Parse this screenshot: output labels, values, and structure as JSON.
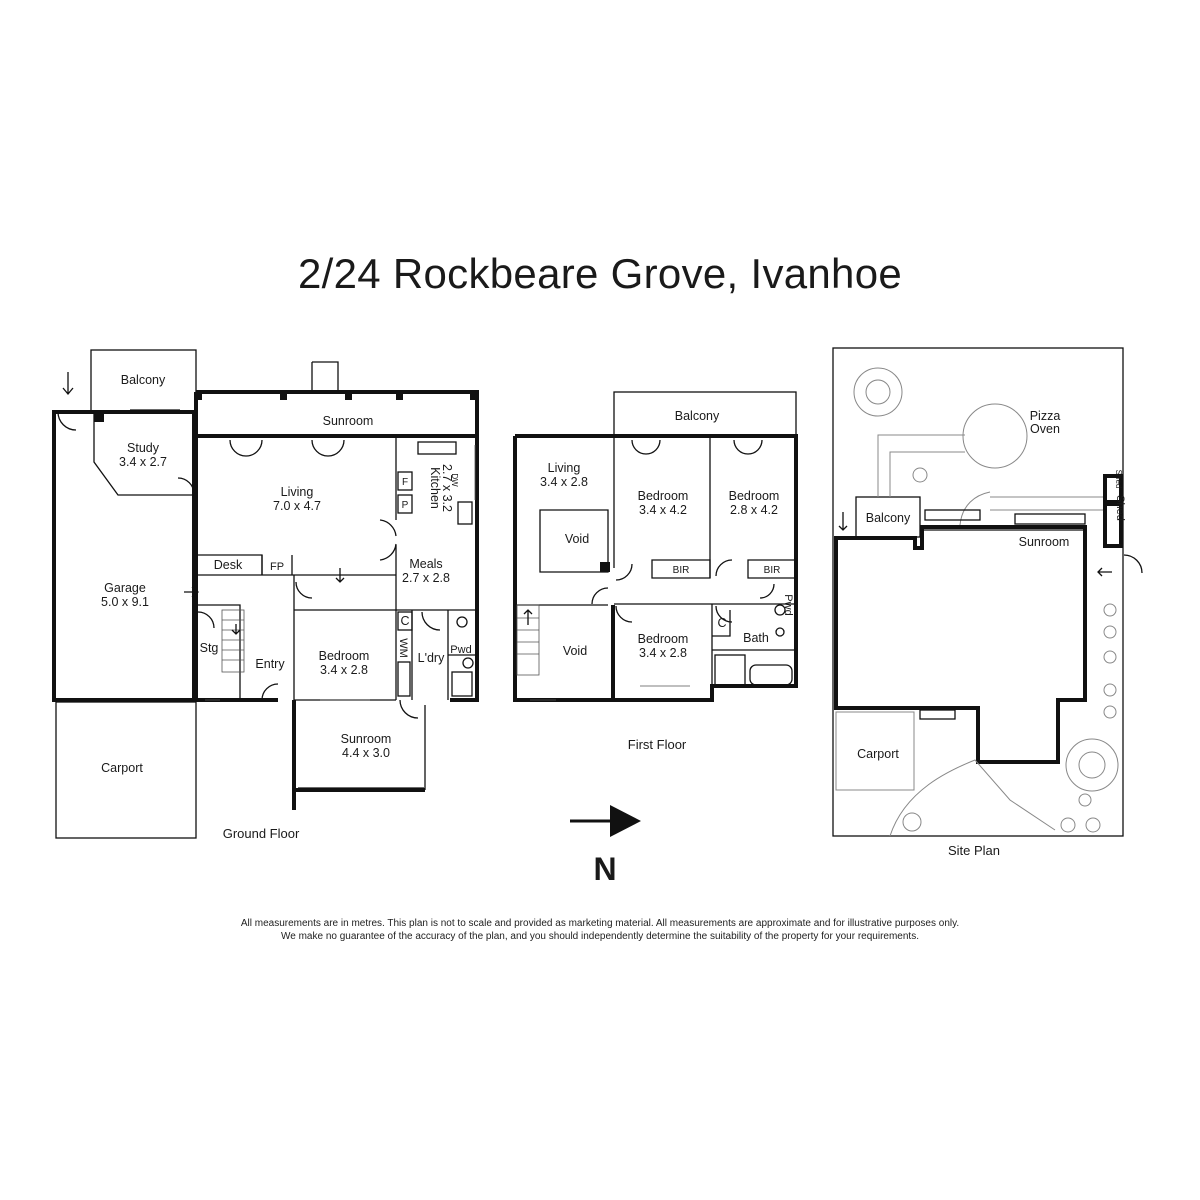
{
  "title": "2/24 Rockbeare Grove, Ivanhoe",
  "compass": "N",
  "floors": {
    "ground": {
      "caption": "Ground Floor",
      "rooms": {
        "balcony": "Balcony",
        "study": "Study",
        "study_dim": "3.4 x 2.7",
        "sunroom_top": "Sunroom",
        "living": "Living",
        "living_dim": "7.0 x 4.7",
        "kitchen": "Kitchen",
        "kitchen_dim": "2.7 x 3.2",
        "fridge": "F",
        "pantry": "P",
        "dw": "DW",
        "garage": "Garage",
        "garage_dim": "5.0 x 9.1",
        "desk": "Desk",
        "fp": "FP",
        "meals": "Meals",
        "meals_dim": "2.7 x 2.8",
        "stg": "Stg",
        "entry": "Entry",
        "bedroom": "Bedroom",
        "bedroom_dim": "3.4 x 2.8",
        "wm": "WM",
        "cupboard": "C",
        "laundry": "L'dry",
        "pwd": "Pwd",
        "sunroom_bottom": "Sunroom",
        "sunroom_bottom_dim": "4.4 x 3.0",
        "carport": "Carport"
      }
    },
    "first": {
      "caption": "First Floor",
      "rooms": {
        "balcony": "Balcony",
        "living": "Living",
        "living_dim": "3.4 x 2.8",
        "void_top": "Void",
        "bedroom1": "Bedroom",
        "bedroom1_dim": "3.4 x 4.2",
        "bedroom2": "Bedroom",
        "bedroom2_dim": "2.8 x 4.2",
        "bir1": "BIR",
        "bir2": "BIR",
        "void_bottom": "Void",
        "bedroom3": "Bedroom",
        "bedroom3_dim": "3.4 x 2.8",
        "cupboard": "C",
        "bath": "Bath",
        "pwd": "Pwd"
      }
    },
    "site": {
      "caption": "Site Plan",
      "labels": {
        "pizza_oven_1": "Pizza",
        "pizza_oven_2": "Oven",
        "balcony": "Balcony",
        "sunroom": "Sunroom",
        "shed_small": "Shed",
        "shed": "Shed",
        "carport": "Carport"
      }
    }
  },
  "disclaimer": {
    "line1": "All measurements are in metres. This plan is not to scale and provided as marketing material. All measurements are approximate and for illustrative purposes only.",
    "line2": "We make no guarantee of the accuracy of the plan, and you should independently determine the suitability of the property for your requirements."
  }
}
